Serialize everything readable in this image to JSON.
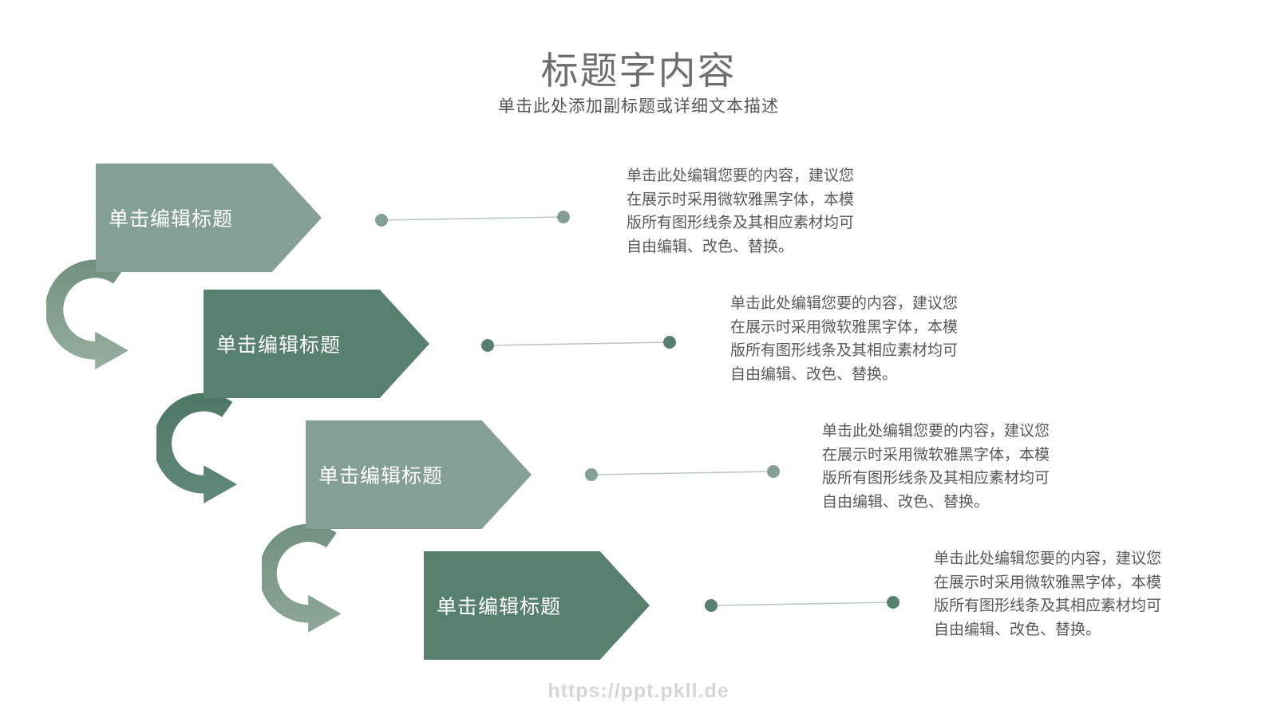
{
  "slide": {
    "title": "标题字内容",
    "subtitle": "单击此处添加副标题或详细文本描述",
    "watermark": "https://ppt.pkll.de"
  },
  "colors": {
    "shape_light": "#84A096",
    "shape_dark": "#57806F",
    "connector_line": "#BCC9C2",
    "title_gray": "#6E6E6E",
    "body_gray": "#595959",
    "watermark_gray": "#D6D6D6"
  },
  "steps": [
    {
      "label": "单击编辑标题",
      "tone": "light",
      "desc_lines": [
        "单击此处编辑您要的内容，建议您",
        "在展示时采用微软雅黑字体，本模",
        "版所有图形线条及其相应素材均可",
        "自由编辑、改色、替换。"
      ]
    },
    {
      "label": "单击编辑标题",
      "tone": "dark",
      "desc_lines": [
        "单击此处编辑您要的内容，建议您",
        "在展示时采用微软雅黑字体，本模",
        "版所有图形线条及其相应素材均可",
        "自由编辑、改色、替换。"
      ]
    },
    {
      "label": "单击编辑标题",
      "tone": "light",
      "desc_lines": [
        "单击此处编辑您要的内容，建议您",
        "在展示时采用微软雅黑字体，本模",
        "版所有图形线条及其相应素材均可",
        "自由编辑、改色、替换。"
      ]
    },
    {
      "label": "单击编辑标题",
      "tone": "dark",
      "desc_lines": [
        "单击此处编辑您要的内容，建议您",
        "在展示时采用微软雅黑字体，本模",
        "版所有图形线条及其相应素材均可",
        "自由编辑、改色、替换。"
      ]
    }
  ]
}
